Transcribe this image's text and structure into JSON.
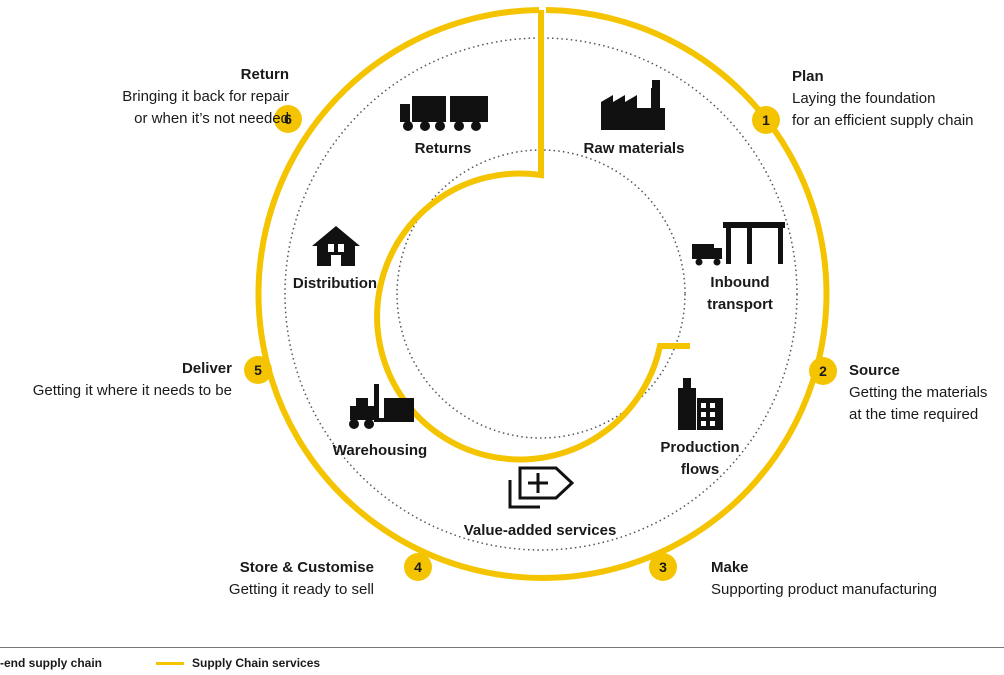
{
  "colors": {
    "accent": "#f5c400",
    "ink": "#1a1a1a",
    "dots": "#555555"
  },
  "stages": [
    {
      "num": "1",
      "title": "Plan",
      "desc": [
        "Laying the foundation",
        "for an efficient supply chain"
      ]
    },
    {
      "num": "2",
      "title": "Source",
      "desc": [
        "Getting the materials",
        "at the time required"
      ]
    },
    {
      "num": "3",
      "title": "Make",
      "desc": [
        "Supporting product manufacturing"
      ]
    },
    {
      "num": "4",
      "title": "Store & Customise",
      "desc": [
        "Getting it ready to sell"
      ]
    },
    {
      "num": "5",
      "title": "Deliver",
      "desc": [
        "Getting it where it needs to be"
      ]
    },
    {
      "num": "6",
      "title": "Return",
      "desc": [
        "Bringing it back for repair",
        "or when it’s not needed"
      ]
    }
  ],
  "services": [
    {
      "label": "Raw materials",
      "icon": "factory-icon"
    },
    {
      "label": "Inbound transport",
      "icon": "truck-warehouse-icon"
    },
    {
      "label": "Production flows",
      "icon": "production-building-icon"
    },
    {
      "label": "Value-added services",
      "icon": "value-added-tag-icon"
    },
    {
      "label": "Warehousing",
      "icon": "forklift-icon"
    },
    {
      "label": "Distribution",
      "icon": "house-icon"
    },
    {
      "label": "Returns",
      "icon": "trucks-icon"
    }
  ],
  "legend": {
    "end_to_end": "-end supply chain",
    "services": "Supply Chain services"
  }
}
